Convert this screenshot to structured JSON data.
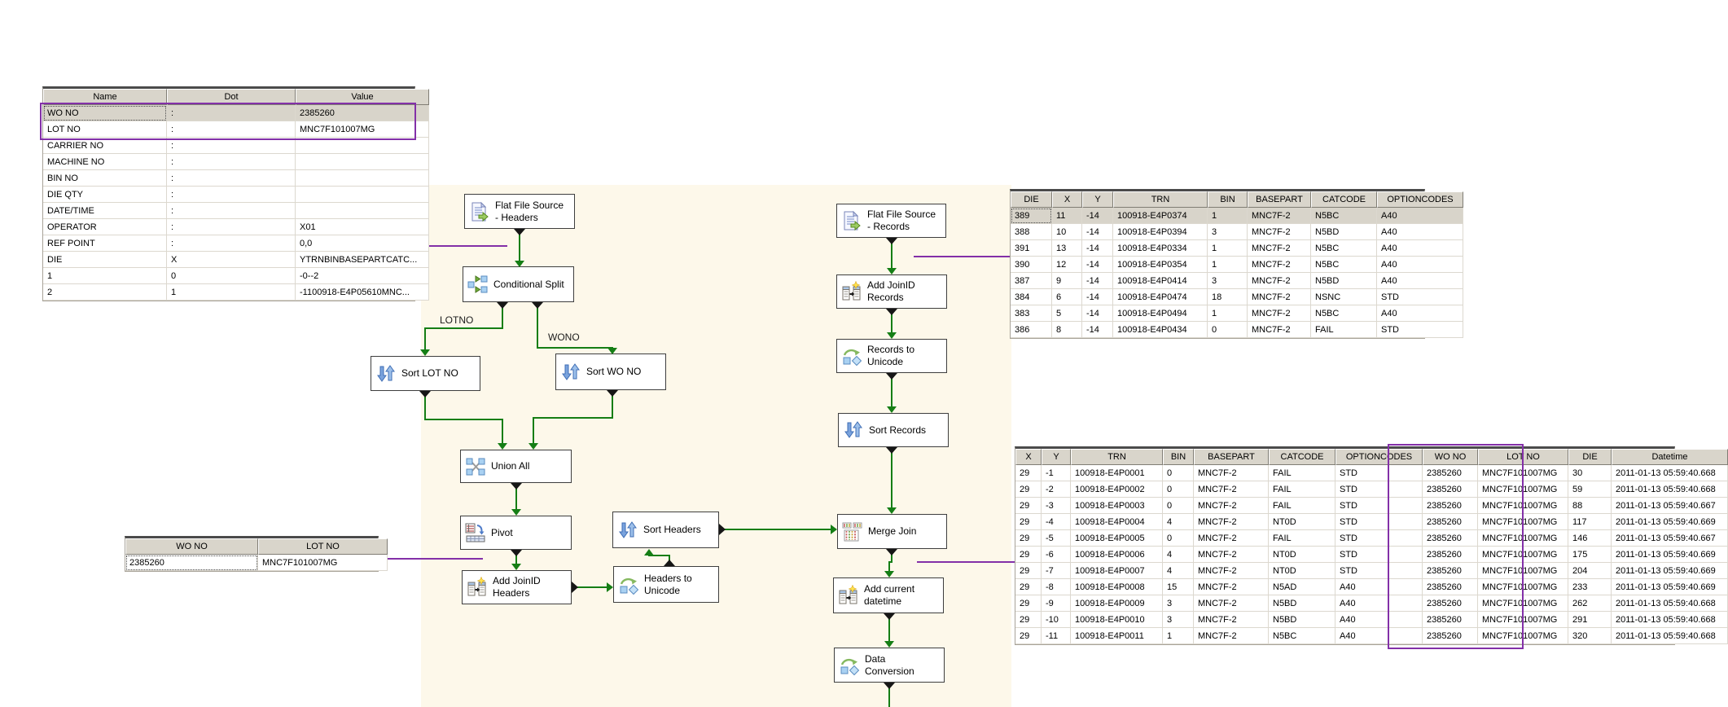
{
  "diagram": {
    "background_color": "#fdf8ea",
    "connector_color": "#157e15",
    "annotation_color": "#8330a8",
    "edge_labels": {
      "lotno": "LOTNO",
      "wono": "WONO"
    },
    "nodes": {
      "flat_file_headers": {
        "label": "Flat File Source\n- Headers",
        "icon": "flat-file-source-icon"
      },
      "conditional_split": {
        "label": "Conditional Split",
        "icon": "conditional-split-icon"
      },
      "sort_lot_no": {
        "label": "Sort LOT NO",
        "icon": "sort-icon"
      },
      "sort_wo_no": {
        "label": "Sort WO NO",
        "icon": "sort-icon"
      },
      "union_all": {
        "label": "Union All",
        "icon": "union-all-icon"
      },
      "pivot": {
        "label": "Pivot",
        "icon": "pivot-icon"
      },
      "add_joinid_headers": {
        "label": "Add JoinID\nHeaders",
        "icon": "script-component-icon"
      },
      "sort_headers": {
        "label": "Sort Headers",
        "icon": "sort-icon"
      },
      "headers_to_unicode": {
        "label": "Headers to\nUnicode",
        "icon": "data-conversion-icon"
      },
      "flat_file_records": {
        "label": "Flat File Source\n- Records",
        "icon": "flat-file-source-icon"
      },
      "add_joinid_records": {
        "label": "Add JoinID\nRecords",
        "icon": "script-component-icon"
      },
      "records_to_unicode": {
        "label": "Records to\nUnicode",
        "icon": "data-conversion-icon"
      },
      "sort_records": {
        "label": "Sort Records",
        "icon": "sort-icon"
      },
      "merge_join": {
        "label": "Merge Join",
        "icon": "merge-join-icon"
      },
      "add_current_datetime": {
        "label": "Add current\ndatetime",
        "icon": "script-component-icon"
      },
      "data_conversion": {
        "label": "Data\nConversion",
        "icon": "data-conversion-icon"
      }
    }
  },
  "tables": {
    "properties": {
      "headers": [
        "Name",
        "Dot",
        "Value"
      ],
      "widths": [
        146,
        152,
        158
      ],
      "selected_row": 0,
      "rows": [
        [
          "WO NO",
          ":",
          "2385260"
        ],
        [
          "LOT NO",
          ":",
          "MNC7F101007MG"
        ],
        [
          "CARRIER NO",
          ":",
          ""
        ],
        [
          "MACHINE NO",
          ":",
          ""
        ],
        [
          "BIN NO",
          ":",
          ""
        ],
        [
          "DIE QTY",
          ":",
          ""
        ],
        [
          "DATE/TIME",
          ":",
          ""
        ],
        [
          "OPERATOR",
          ":",
          "X01"
        ],
        [
          "REF POINT",
          ":",
          "0,0"
        ],
        [
          "DIE",
          "X",
          "YTRNBINBASEPARTCATC..."
        ],
        [
          "1",
          "0",
          "-0--2"
        ],
        [
          "2",
          "1",
          "-1100918-E4P05610MNC..."
        ]
      ]
    },
    "wo_lot": {
      "headers": [
        "WO NO",
        "LOT NO"
      ],
      "widths": [
        157,
        153
      ],
      "selected_row": 0,
      "selected_bg": false,
      "rows": [
        [
          "2385260",
          "MNC7F101007MG"
        ]
      ]
    },
    "records_preview": {
      "headers": [
        "DIE",
        "X",
        "Y",
        "TRN",
        "BIN",
        "BASEPART",
        "CATCODE",
        "OPTIONCODES"
      ],
      "widths": [
        45,
        31,
        32,
        110,
        43,
        72,
        75,
        100
      ],
      "selected_row": 0,
      "rows": [
        [
          "389",
          "11",
          "-14",
          "100918-E4P0374",
          "1",
          "MNC7F-2",
          "N5BC",
          "A40"
        ],
        [
          "388",
          "10",
          "-14",
          "100918-E4P0394",
          "3",
          "MNC7F-2",
          "N5BD",
          "A40"
        ],
        [
          "391",
          "13",
          "-14",
          "100918-E4P0334",
          "1",
          "MNC7F-2",
          "N5BC",
          "A40"
        ],
        [
          "390",
          "12",
          "-14",
          "100918-E4P0354",
          "1",
          "MNC7F-2",
          "N5BC",
          "A40"
        ],
        [
          "387",
          "9",
          "-14",
          "100918-E4P0414",
          "3",
          "MNC7F-2",
          "N5BD",
          "A40"
        ],
        [
          "384",
          "6",
          "-14",
          "100918-E4P0474",
          "18",
          "MNC7F-2",
          "NSNC",
          "STD"
        ],
        [
          "383",
          "5",
          "-14",
          "100918-E4P0494",
          "1",
          "MNC7F-2",
          "N5BC",
          "A40"
        ],
        [
          "386",
          "8",
          "-14",
          "100918-E4P0434",
          "0",
          "MNC7F-2",
          "FAIL",
          "STD"
        ]
      ]
    },
    "merged_output": {
      "headers": [
        "X",
        "Y",
        "TRN",
        "BIN",
        "BASEPART",
        "CATCODE",
        "OPTIONCODES",
        "WO NO",
        "LOT NO",
        "DIE",
        "Datetime"
      ],
      "widths": [
        26,
        30,
        107,
        32,
        86,
        76,
        101,
        62,
        105,
        47,
        137
      ],
      "rows": [
        [
          "29",
          "-1",
          "100918-E4P0001",
          "0",
          "MNC7F-2",
          "FAIL",
          "STD",
          "2385260",
          "MNC7F101007MG",
          "30",
          "2011-01-13 05:59:40.668"
        ],
        [
          "29",
          "-2",
          "100918-E4P0002",
          "0",
          "MNC7F-2",
          "FAIL",
          "STD",
          "2385260",
          "MNC7F101007MG",
          "59",
          "2011-01-13 05:59:40.668"
        ],
        [
          "29",
          "-3",
          "100918-E4P0003",
          "0",
          "MNC7F-2",
          "FAIL",
          "STD",
          "2385260",
          "MNC7F101007MG",
          "88",
          "2011-01-13 05:59:40.667"
        ],
        [
          "29",
          "-4",
          "100918-E4P0004",
          "4",
          "MNC7F-2",
          "NT0D",
          "STD",
          "2385260",
          "MNC7F101007MG",
          "117",
          "2011-01-13 05:59:40.669"
        ],
        [
          "29",
          "-5",
          "100918-E4P0005",
          "0",
          "MNC7F-2",
          "FAIL",
          "STD",
          "2385260",
          "MNC7F101007MG",
          "146",
          "2011-01-13 05:59:40.667"
        ],
        [
          "29",
          "-6",
          "100918-E4P0006",
          "4",
          "MNC7F-2",
          "NT0D",
          "STD",
          "2385260",
          "MNC7F101007MG",
          "175",
          "2011-01-13 05:59:40.669"
        ],
        [
          "29",
          "-7",
          "100918-E4P0007",
          "4",
          "MNC7F-2",
          "NT0D",
          "STD",
          "2385260",
          "MNC7F101007MG",
          "204",
          "2011-01-13 05:59:40.669"
        ],
        [
          "29",
          "-8",
          "100918-E4P0008",
          "15",
          "MNC7F-2",
          "N5AD",
          "A40",
          "2385260",
          "MNC7F101007MG",
          "233",
          "2011-01-13 05:59:40.669"
        ],
        [
          "29",
          "-9",
          "100918-E4P0009",
          "3",
          "MNC7F-2",
          "N5BD",
          "A40",
          "2385260",
          "MNC7F101007MG",
          "262",
          "2011-01-13 05:59:40.668"
        ],
        [
          "29",
          "-10",
          "100918-E4P0010",
          "3",
          "MNC7F-2",
          "N5BD",
          "A40",
          "2385260",
          "MNC7F101007MG",
          "291",
          "2011-01-13 05:59:40.668"
        ],
        [
          "29",
          "-11",
          "100918-E4P0011",
          "1",
          "MNC7F-2",
          "N5BC",
          "A40",
          "2385260",
          "MNC7F101007MG",
          "320",
          "2011-01-13 05:59:40.668"
        ]
      ]
    }
  }
}
